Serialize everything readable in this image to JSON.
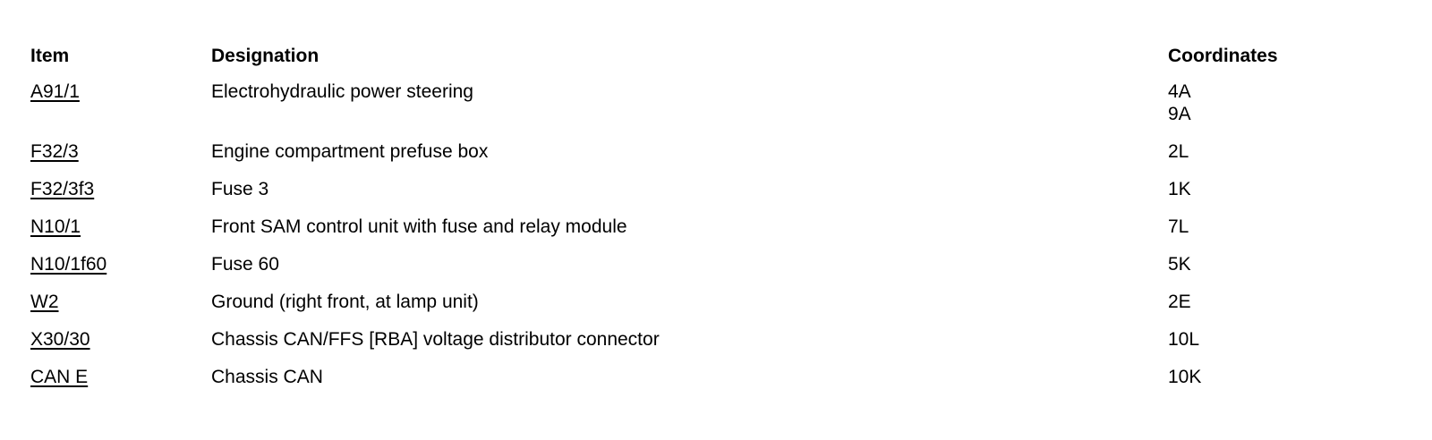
{
  "header": {
    "item": "Item",
    "designation": "Designation",
    "coordinates": "Coordinates"
  },
  "rows": [
    {
      "item": "A91/1",
      "designation": "Electrohydraulic power steering",
      "coordinates": [
        "4A",
        "9A"
      ]
    },
    {
      "item": "F32/3",
      "designation": "Engine compartment prefuse box",
      "coordinates": [
        "2L"
      ]
    },
    {
      "item": "F32/3f3",
      "designation": "Fuse 3",
      "coordinates": [
        "1K"
      ]
    },
    {
      "item": "N10/1",
      "designation": "Front SAM control unit with fuse and relay module",
      "coordinates": [
        "7L"
      ]
    },
    {
      "item": "N10/1f60",
      "designation": "Fuse 60",
      "coordinates": [
        "5K"
      ]
    },
    {
      "item": "W2",
      "designation": "Ground (right front, at lamp unit)",
      "coordinates": [
        "2E"
      ]
    },
    {
      "item": "X30/30",
      "designation": "Chassis CAN/FFS [RBA] voltage distributor connector",
      "coordinates": [
        "10L"
      ]
    },
    {
      "item": "CAN E",
      "designation": "Chassis CAN",
      "coordinates": [
        "10K"
      ]
    }
  ]
}
